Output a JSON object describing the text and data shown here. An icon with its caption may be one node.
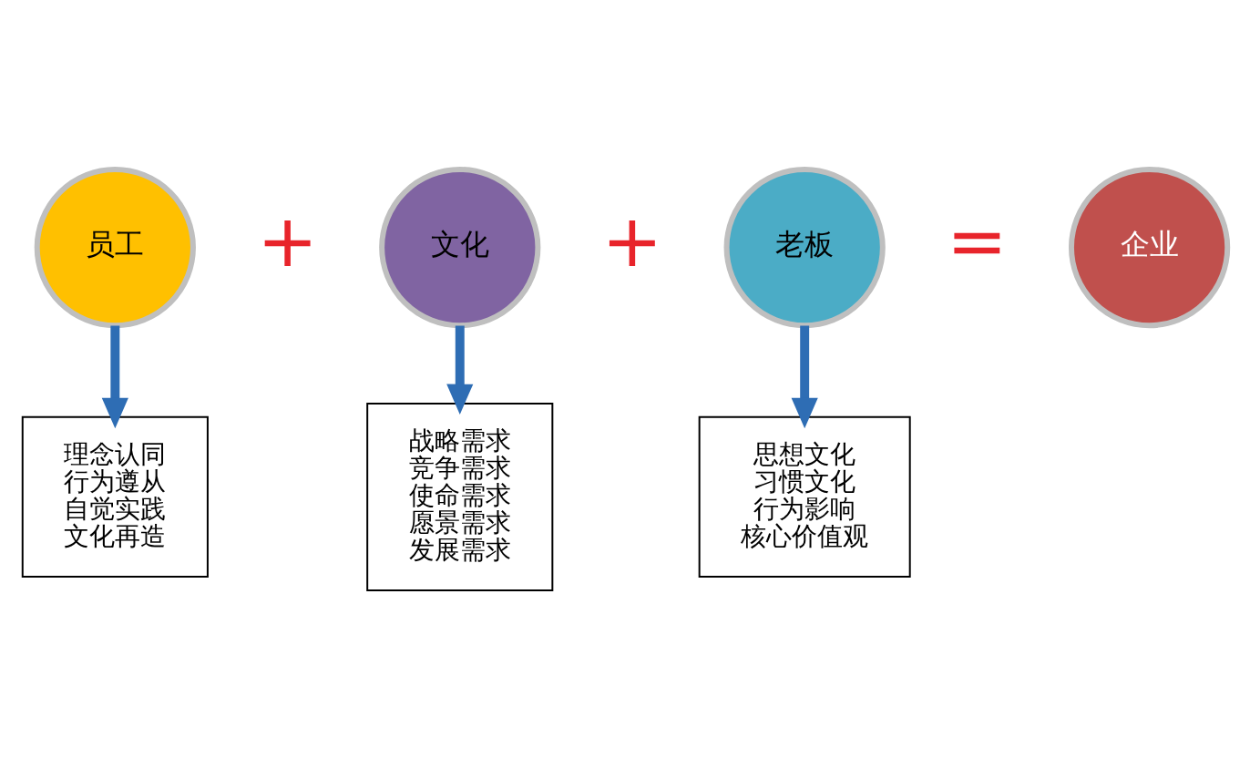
{
  "diagram": {
    "nodes": [
      {
        "text": [
          "员工"
        ]
      },
      {
        "text": [
          "文化"
        ]
      },
      {
        "text": [
          "老板"
        ]
      },
      {
        "text": [
          "企业"
        ]
      },
      {
        "text": [
          "理念认同",
          "行为遵从",
          "自觉实践",
          "文化再造"
        ]
      },
      {
        "text": [
          "战略需求",
          "竞争需求",
          "使命需求",
          "愿景需求",
          "发展需求"
        ]
      },
      {
        "text": [
          "思想文化",
          "习惯文化",
          "行为影响",
          "核心价值观"
        ]
      }
    ],
    "edges": [
      {
        "from": 0,
        "to": 4,
        "arrow": "to"
      },
      {
        "from": 1,
        "to": 5,
        "arrow": "to"
      },
      {
        "from": 2,
        "to": 6,
        "arrow": "to"
      }
    ],
    "labels": [
      "+",
      "+",
      "="
    ]
  }
}
